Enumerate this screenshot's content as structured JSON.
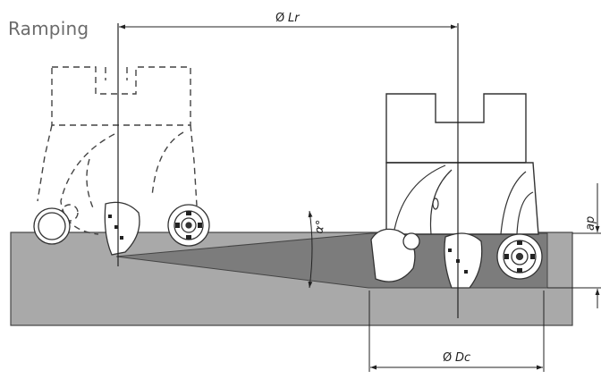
{
  "diagram": {
    "title": "Ramping",
    "labels": {
      "lr": "Lr",
      "dc": "Dc",
      "ap": "ap",
      "alpha": "α°",
      "diameter_symbol": "Ø"
    },
    "colors": {
      "workpiece": "#a9a9a9",
      "ramp_cut": "#7c7c7c",
      "outline": "#333333",
      "dashed": "#444444",
      "background": "#ffffff"
    }
  }
}
